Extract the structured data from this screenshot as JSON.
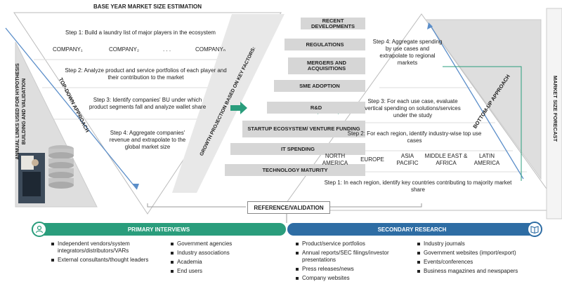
{
  "titles": {
    "base_year": "BASE YEAR MARKET SIZE ESTIMATION",
    "market_forecast": "MARKET SIZE FORECAST",
    "top_down": "TOP-DOWN APPROACH",
    "bottom_up": "BOTTOM-UP APPROACH",
    "growth_projection": "GROWTH PROJECTION BASED ON KEY FACTORS:",
    "annual_links": "ANNUAL LINKS USED FOR HYPOTHESIS BUILDING AND VALIDATION"
  },
  "top_down": {
    "step1": "Step 1: Build a laundry list of major players in the ecosystem",
    "companies": [
      "COMPANY₁",
      "COMPANY₂",
      ". . .",
      "COMPANYₙ"
    ],
    "step2": "Step 2: Analyze product and service portfolios of each player and their contribution to the market",
    "step3": "Step 3: Identify companies' BU under which product segments fall and analyze wallet share",
    "step4": "Step 4: Aggregate companies' revenue and extrapolate to the global market size"
  },
  "factors": [
    "RECENT DEVELOPMENTS",
    "REGULATIONS",
    "MERGERS AND ACQUISITIONS",
    "SME ADOPTION",
    "R&D",
    "STARTUP ECOSYSTEM/ VENTURE FUNDING",
    "IT SPENDING",
    "TECHNOLOGY MATURITY"
  ],
  "bottom_up": {
    "step4": "Step 4: Aggregate spending by use cases and extrapolate to regional markets",
    "step3": "Step 3: For each use case, evaluate vertical spending on solutions/services under the study",
    "step2": "Step 2: For each region, identify industry-wise top use cases",
    "regions": [
      "NORTH AMERICA",
      "EUROPE",
      "ASIA PACIFIC",
      "MIDDLE EAST & AFRICA",
      "LATIN AMERICA"
    ],
    "step1": "Step 1: In each region, identify key countries contributing to majority market share"
  },
  "reference": "REFERENCE/VALIDATION",
  "primary": {
    "title": "PRIMARY INTERVIEWS",
    "col1": [
      "Independent vendors/system integrators/distributors/VARs",
      "External consultants/thought leaders"
    ],
    "col2": [
      "Government agencies",
      "Industry associations",
      "Academia",
      "End users"
    ]
  },
  "secondary": {
    "title": "SECONDARY RESEARCH",
    "col1": [
      "Product/service portfolios",
      "Annual reports/SEC filings/investor presentations",
      "Press releases/news",
      "Company websites"
    ],
    "col2": [
      "Industry journals",
      "Government websites (import/export)",
      "Events/conferences",
      "Business magazines and newspapers"
    ]
  },
  "colors": {
    "green": "#2a9d7c",
    "blue": "#2e6da4",
    "grey": "#d6d6d6",
    "arrow_blue": "#5b8ec9"
  }
}
